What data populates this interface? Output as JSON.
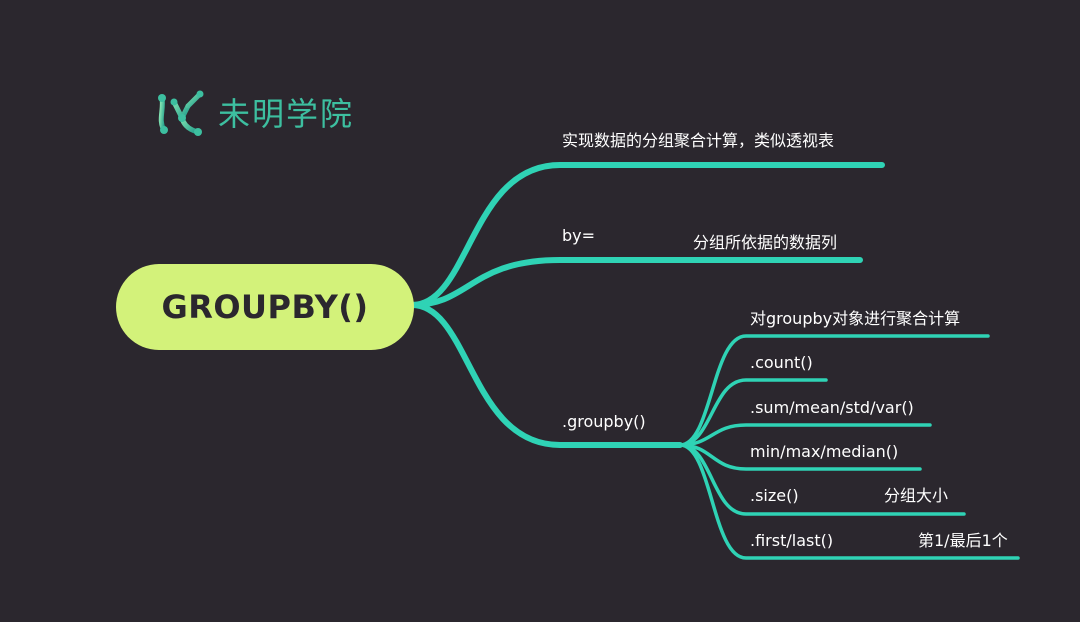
{
  "brand": {
    "name": "未明学院",
    "logo_icon": "molecule-logo-icon",
    "color": "#3dbfa0"
  },
  "colors": {
    "background": "#2b272e",
    "branch": "#2fd3b5",
    "root_fill": "#d3f27a",
    "root_text": "#2b272e"
  },
  "root": {
    "label": "GROUPBY()"
  },
  "branches": {
    "summary": {
      "label": "实现数据的分组聚合计算，类似透视表"
    },
    "by": {
      "label": "by=",
      "note": "分组所依据的数据列"
    },
    "groupby": {
      "label": ".groupby()",
      "children": [
        {
          "label": "对groupby对象进行聚合计算",
          "note": ""
        },
        {
          "label": ".count()",
          "note": ""
        },
        {
          "label": ".sum/mean/std/var()",
          "note": ""
        },
        {
          "label": "min/max/median()",
          "note": ""
        },
        {
          "label": ".size()",
          "note": "分组大小"
        },
        {
          "label": ".first/last()",
          "note": "第1/最后1个"
        }
      ]
    }
  }
}
